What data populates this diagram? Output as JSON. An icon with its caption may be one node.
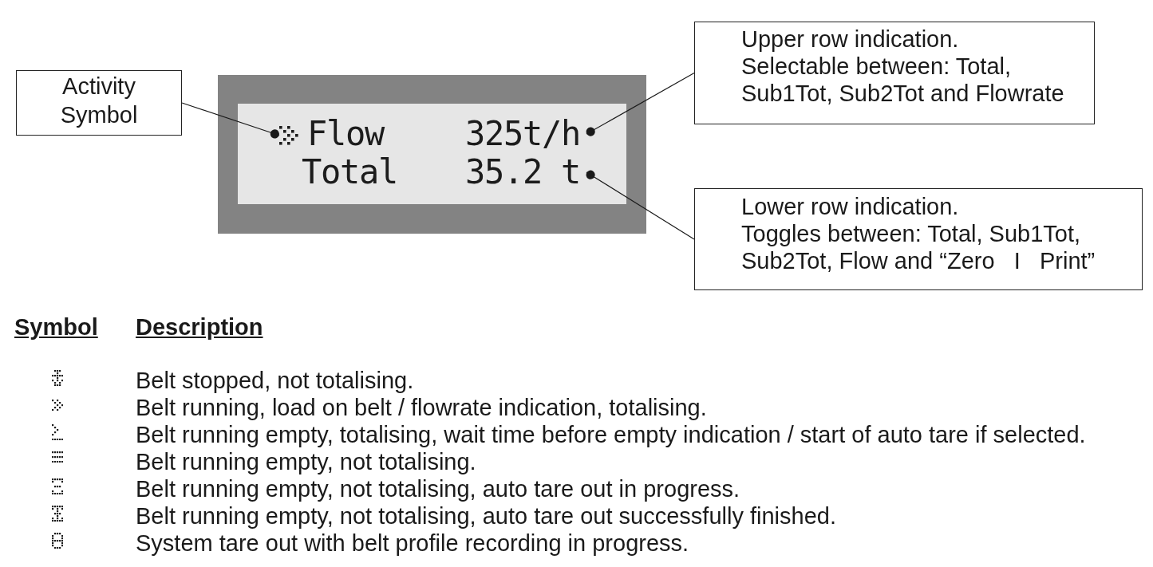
{
  "diagram": {
    "nodes": [
      {
        "text": [
          "Activity Symbol"
        ]
      },
      {
        "text": [],
        "shape": "box"
      },
      {
        "text": [],
        "shape": "picture",
        "in": 1
      },
      {
        "text": [
          "Flow",
          "325t/h"
        ],
        "in": 1
      },
      {
        "text": [
          "Total",
          "35.2 t"
        ],
        "in": 1
      },
      {
        "text": [
          "Upper row indication.",
          "Selectable between: Total, Sub1Tot, Sub2Tot and Flowrate"
        ]
      },
      {
        "text": [
          "Lower row indication.",
          "Toggles between: Total, Sub1Tot, Sub2Tot, Flow and “Zero   I   Print”"
        ]
      }
    ],
    "edges": [
      {
        "from": 0,
        "to": 2,
        "arrow": "other"
      },
      {
        "from": 5,
        "to": 3,
        "arrow": "other"
      },
      {
        "from": 6,
        "to": 4,
        "arrow": "other"
      }
    ],
    "labels": [
      "Symbol",
      "Description",
      "Belt stopped, not totalising.",
      "Belt running, load on belt / flowrate indication, totalising.",
      "Belt running empty, totalising, wait time before empty indication / start of auto tare if selected.",
      "Belt running empty, not totalising.",
      "Belt running empty, not totalising, auto tare out in progress.",
      "Belt running empty, not totalising, auto tare out successfully finished.",
      "System tare out with belt profile recording in progress."
    ]
  }
}
